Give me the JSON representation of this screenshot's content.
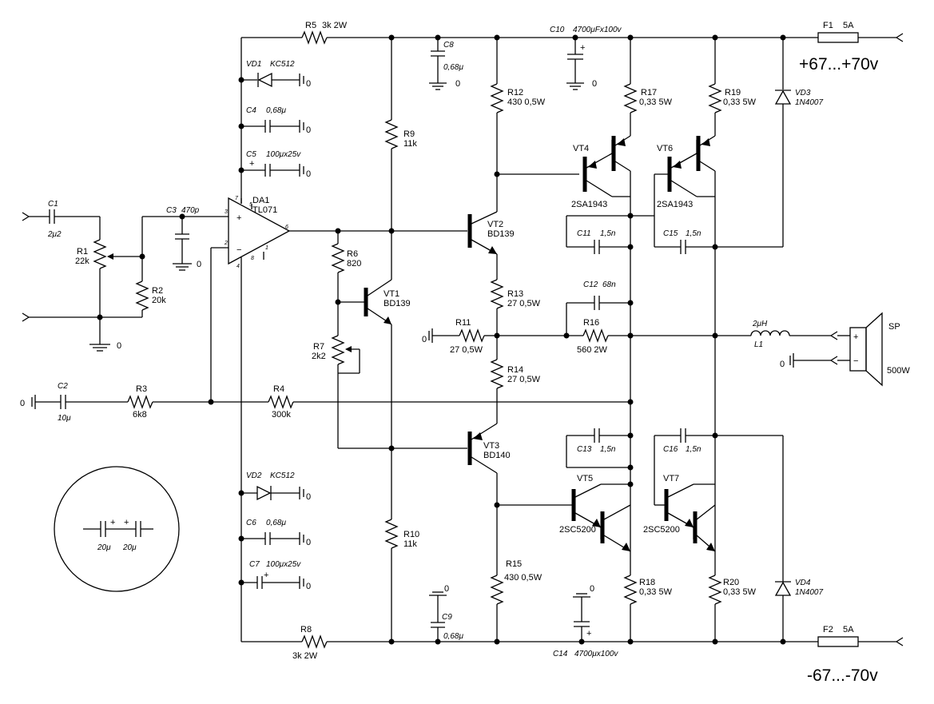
{
  "rails": {
    "positive": "+67...+70v",
    "negative": "-67...-70v"
  },
  "labels": {
    "R5": "R5",
    "R5v": "3k 2W",
    "R8": "R8",
    "R8v": "3k 2W",
    "C8": "C8",
    "C8v": "0,68μ",
    "C9": "C9",
    "C9v": "0,68μ",
    "C10": "C10",
    "C10v": "4700μFx100v",
    "C14": "C14",
    "C14v": "4700μx100v",
    "F1": "F1",
    "F1v": "5A",
    "F2": "F2",
    "F2v": "5A",
    "VD1": "VD1",
    "VD1v": "KC512",
    "VD2": "VD2",
    "VD2v": "KC512",
    "VD3": "VD3",
    "VD3v": "1N4007",
    "VD4": "VD4",
    "VD4v": "1N4007",
    "C4": "C4",
    "C4v": "0,68μ",
    "C5": "C5",
    "C5v": "100μx25v",
    "C6": "C6",
    "C6v": "0,68μ",
    "C7": "C7",
    "C7v": "100μx25v",
    "C1": "C1",
    "C1v": "2μ2",
    "C2": "C2",
    "C2v": "10μ",
    "C3": "C3",
    "C3v": "470p",
    "R1": "R1",
    "R1v": "22k",
    "R2": "R2",
    "R2v": "20k",
    "R3": "R3",
    "R3v": "6k8",
    "R4": "R4",
    "R4v": "300k",
    "DA1": "DA1",
    "DA1v": "TL071",
    "R6": "R6",
    "R6v": "820",
    "R7": "R7",
    "R7v": "2k2",
    "R9": "R9",
    "R9v": "11k",
    "R10": "R10",
    "R10v": "11k",
    "R11": "R11",
    "R11v": "27 0,5W",
    "R12": "R12",
    "R12v": "430 0,5W",
    "R13": "R13",
    "R13v": "27 0,5W",
    "R14": "R14",
    "R14v": "27 0,5W",
    "R15": "R15",
    "R15v": "430 0,5W",
    "R16": "R16",
    "R16v": "560 2W",
    "R17": "R17",
    "R17v": "0,33 5W",
    "R18": "R18",
    "R18v": "0,33 5W",
    "R19": "R19",
    "R19v": "0,33 5W",
    "R20": "R20",
    "R20v": "0,33 5W",
    "VT1": "VT1",
    "VT1v": "BD139",
    "VT2": "VT2",
    "VT2v": "BD139",
    "VT3": "VT3",
    "VT3v": "BD140",
    "VT4": "VT4",
    "VT4v": "2SA1943",
    "VT5": "VT5",
    "VT5v": "2SC5200",
    "VT6": "VT6",
    "VT6v": "2SA1943",
    "VT7": "VT7",
    "VT7v": "2SC5200",
    "C11": "C11",
    "C11v": "1,5n",
    "C12": "C12",
    "C12v": "68n",
    "C13": "C13",
    "C13v": "1,5n",
    "C15": "C15",
    "C15v": "1,5n",
    "C16": "C16",
    "C16v": "1,5n",
    "L1": "L1",
    "L1v": "2μH",
    "SP": "SP",
    "SPv": "500W",
    "gnd": "0",
    "plus": "+",
    "minus": "−",
    "pin7": "7",
    "pin5": "5",
    "pin3": "3",
    "pin2": "2",
    "pin4": "4",
    "pin8": "8",
    "pin1": "1",
    "pin6": "6",
    "inset_c1": "20μ",
    "inset_c2": "20μ"
  }
}
